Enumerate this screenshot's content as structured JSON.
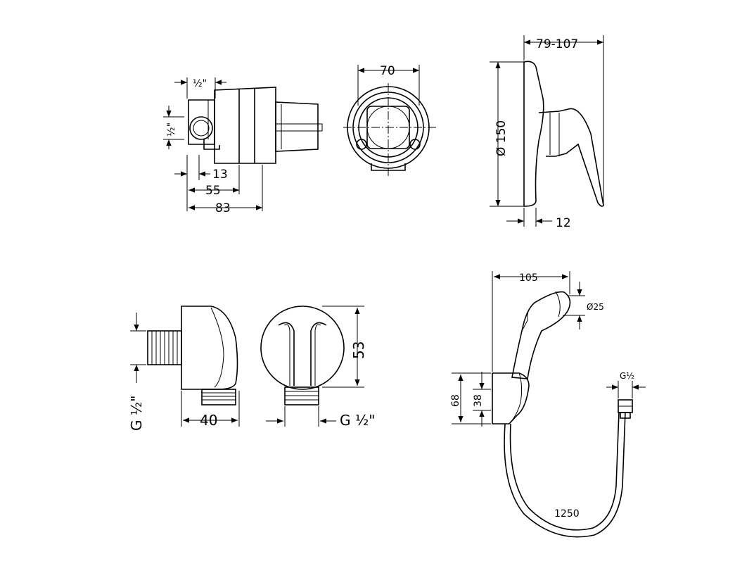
{
  "dimensions": {
    "thread_top": "½\"",
    "thread_side": "½\"",
    "d13": "13",
    "d55": "55",
    "d83": "83",
    "d70": "70",
    "d79_107": "79-107",
    "dia150": "Ø 150",
    "d12": "12",
    "g_half_left": "G ½\"",
    "d40": "40",
    "d53": "53",
    "g_half_right": "G ½\"",
    "d105": "105",
    "dia25": "Ø25",
    "d68": "68",
    "d38": "38",
    "g_half_hose": "G½",
    "d1250": "1250"
  }
}
